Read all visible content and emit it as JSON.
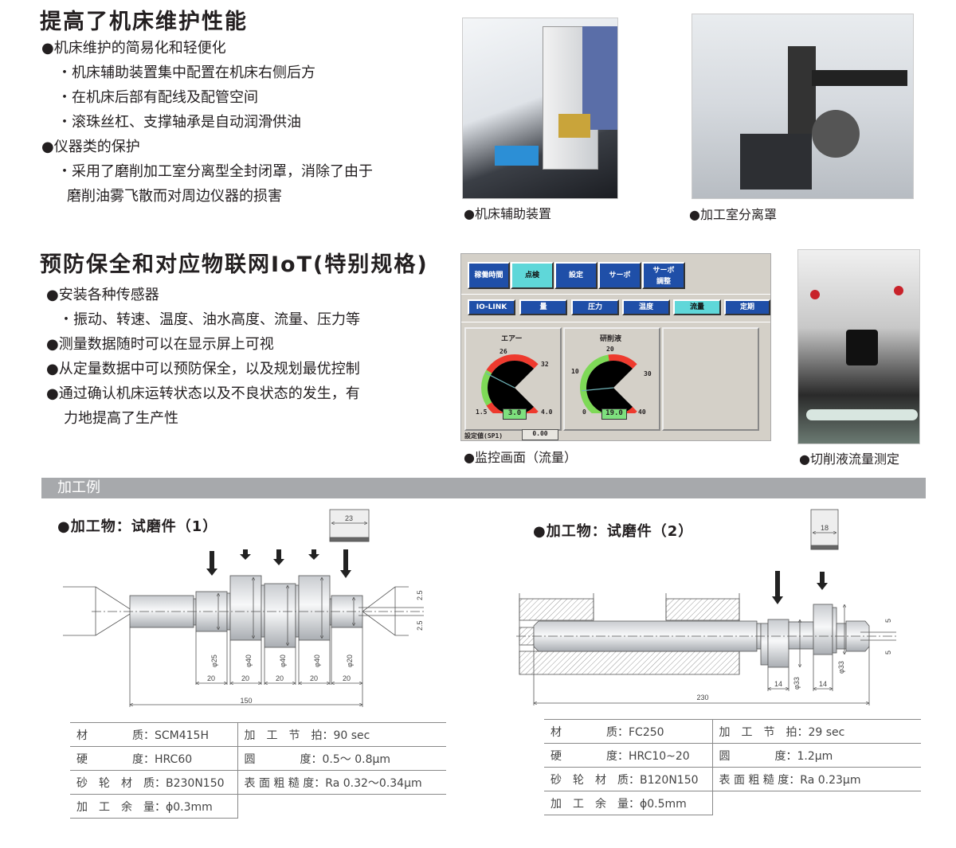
{
  "section1": {
    "title": "提高了机床维护性能",
    "lines": [
      "●机床维护的简易化和轻便化",
      "・机床辅助装置集中配置在机床右侧后方",
      "・在机床后部有配线及配管空间",
      "・滚珠丝杠、支撑轴承是自动润滑供油",
      "●仪器类的保护",
      "・采用了磨削加工室分离型全封闭罩，消除了由于",
      "磨削油雾飞散而对周边仪器的损害"
    ],
    "captions": [
      "●机床辅助装置",
      "●加工室分离罩"
    ]
  },
  "section2": {
    "title": "预防保全和对应物联网IoT(特别规格)",
    "lines": [
      "●安装各种传感器",
      "・振动、转速、温度、油水高度、流量、压力等",
      "●测量数据随时可以在显示屏上可视",
      "●从定量数据中可以预防保全，以及规划最优控制",
      "●通过确认机床运转状态以及不良状态的发生，有",
      "力地提高了生产性"
    ],
    "captions": [
      "●监控画面（流量）",
      "●切削液流量测定"
    ]
  },
  "monitor": {
    "tabs": [
      "稼働時間",
      "点検",
      "設定",
      "サーボ",
      "サーボ\n調整"
    ],
    "active_tab": 1,
    "subtabs": [
      "IO-LINK",
      "量",
      "圧力",
      "温度",
      "流量",
      "定期"
    ],
    "active_subtab": 4,
    "gauges": [
      {
        "title": "エアー",
        "min": "1.5",
        "max": "4.0",
        "left_mark": "26",
        "right_mark": "32",
        "value": "3.0",
        "needle_fraction": 0.6
      },
      {
        "title": "研削液",
        "min": "0",
        "max": "40",
        "left_mark": "10",
        "top_mark": "20",
        "right_mark": "30",
        "value": "19.0",
        "needle_fraction": 0.48
      }
    ],
    "setpoint_label": "設定値(SP1)",
    "setpoint_value": "0.00",
    "colors": {
      "tab": "#1f4fa8",
      "active": "#5fd7d9",
      "red": "#ee3a2e",
      "green": "#7ed957"
    }
  },
  "examples": {
    "bar_title": "加工例",
    "ex1": {
      "title": "●加工物：试磨件（1）",
      "wheel_width": "23",
      "diameters": [
        "φ25",
        "φ40",
        "φ40",
        "φ40",
        "φ20"
      ],
      "widths": [
        "20",
        "20",
        "20",
        "20",
        "20"
      ],
      "total": "150",
      "offsets": [
        "2.5",
        "2.5"
      ],
      "spec": [
        [
          "材　　　　质：SCM415H",
          "加　工　节　拍：90 sec"
        ],
        [
          "硬　　　　度：HRC60",
          "圆　　　　度：0.5～ 0.8μm"
        ],
        [
          "砂　轮　材　质：B230N150",
          "表 面 粗 糙 度：Ra 0.32～0.34μm"
        ],
        [
          "加　工　余　量：ϕ0.3mm",
          ""
        ]
      ]
    },
    "ex2": {
      "title": "●加工物：试磨件（2）",
      "wheel_width": "18",
      "diameters": [
        "φ33",
        "φ33"
      ],
      "widths": [
        "14",
        "14"
      ],
      "total": "230",
      "offsets": [
        "5",
        "5"
      ],
      "spec": [
        [
          "材　　　　质：FC250",
          "加　工　节　拍：29 sec"
        ],
        [
          "硬　　　　度：HRC10~20",
          "圆　　　　度：1.2μm"
        ],
        [
          "砂　轮　材　质：B120N150",
          "表 面 粗 糙 度：Ra 0.23μm"
        ],
        [
          "加　工　余　量：ϕ0.5mm",
          ""
        ]
      ]
    }
  }
}
